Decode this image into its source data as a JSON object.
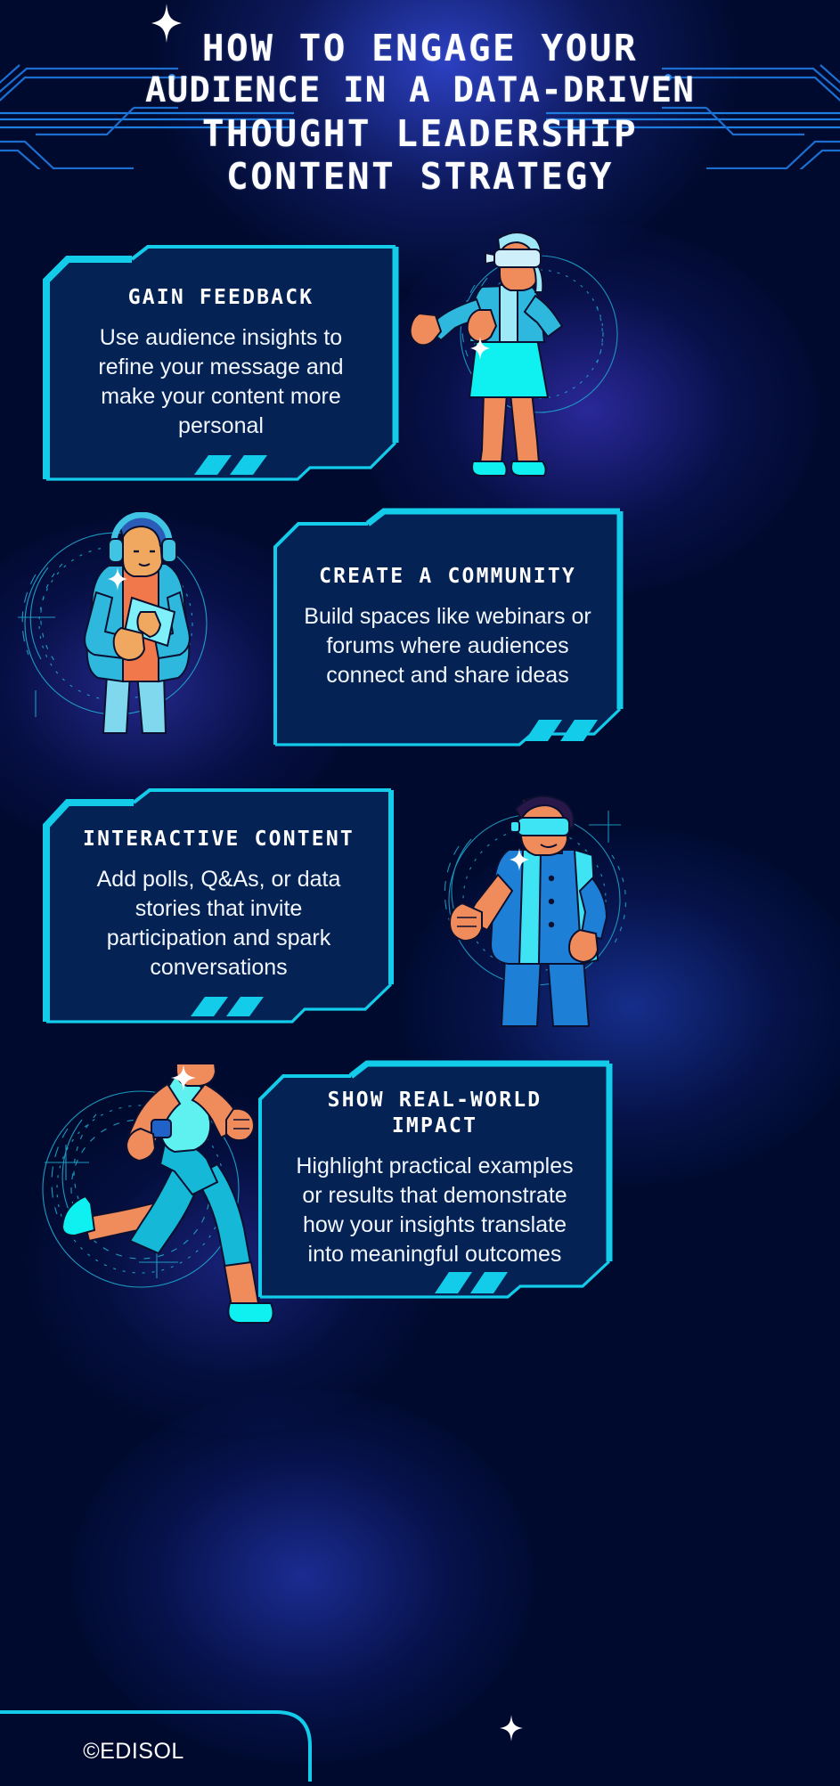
{
  "meta": {
    "accent_cyan": "#1BB7E0",
    "accent_bright_cyan": "#12CCEA",
    "bg_navy": "#000a2e",
    "card_fill": "#042056",
    "illustration_orange": "#F08B5C",
    "illustration_cyan": "#15B5D8",
    "illustration_aqua": "#0FF0F0"
  },
  "header": {
    "title_lines": [
      "HOW TO ENGAGE YOUR",
      "AUDIENCE IN A DATA-DRIVEN",
      "THOUGHT LEADERSHIP",
      "CONTENT STRATEGY"
    ],
    "star_icon": "sparkle-star-icon",
    "circuit_icon_left": "circuit-lines-left-icon",
    "circuit_icon_right": "circuit-lines-right-icon"
  },
  "cards": [
    {
      "id": "gain-feedback",
      "title": "GAIN FEEDBACK",
      "text": "Use audience insights to refine your message and make your content more personal",
      "illustration": "woman-vr-headset-gesturing-icon"
    },
    {
      "id": "create-a-community",
      "title": "CREATE A COMMUNITY",
      "text": "Build spaces like webinars or forums where audiences connect and share ideas",
      "illustration": "man-headphones-tablet-icon"
    },
    {
      "id": "interactive-content",
      "title": "INTERACTIVE CONTENT",
      "text": "Add polls, Q&As, or data stories that invite participation and spark conversations",
      "illustration": "man-vr-headset-backpack-icon"
    },
    {
      "id": "show-real-world-impact",
      "title": "SHOW REAL-WORLD IMPACT",
      "text": "Highlight practical examples or results that demonstrate how your insights translate into meaningful outcomes",
      "illustration": "woman-running-icon"
    }
  ],
  "footer": {
    "credit": "©EDISOL",
    "star_icon": "sparkle-star-icon"
  }
}
